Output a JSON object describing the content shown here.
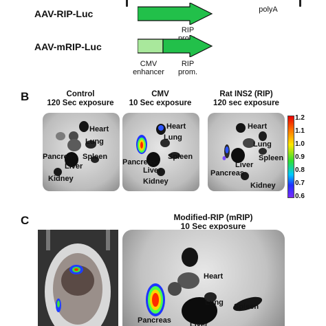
{
  "panel_a": {
    "rows": [
      {
        "construct": "AAV-RIP-Luc",
        "promoter_label": "RIP\nprom."
      },
      {
        "construct": "AAV-mRIP-Luc",
        "enhancer_label": "CMV\nenhancer",
        "promoter_label": "RIP\nprom."
      }
    ],
    "polya_label": "polyA",
    "colors": {
      "arrow_green": "#22c04a",
      "enhancer_green": "#a9e89c"
    }
  },
  "panel_b": {
    "letter": "B",
    "images": [
      {
        "title": "Control",
        "exposure": "120 Sec exposure",
        "organs": [
          "Heart",
          "Lung",
          "Pancreas",
          "Liver",
          "Spleen",
          "Kidney"
        ]
      },
      {
        "title": "CMV",
        "exposure": "10 Sec exposure",
        "organs": [
          "Heart",
          "Lung",
          "Pancreas",
          "Liver",
          "Spleen",
          "Kidney"
        ]
      },
      {
        "title": "Rat INS2 (RIP)",
        "exposure": "120 sec exposure",
        "organs": [
          "Heart",
          "Lung",
          "Liver",
          "Spleen",
          "Pancreas",
          "Kidney"
        ]
      }
    ],
    "scale_ticks": [
      "1.2",
      "1.1",
      "1.0",
      "0.9",
      "0.8",
      "0.7",
      "0.6"
    ]
  },
  "panel_c": {
    "letter": "C",
    "title": "Modified-RIP (mRIP)",
    "exposure": "10 Sec exposure",
    "organs": [
      "Heart",
      "Lung",
      "Spleen",
      "Pancreas",
      "Liver"
    ]
  }
}
